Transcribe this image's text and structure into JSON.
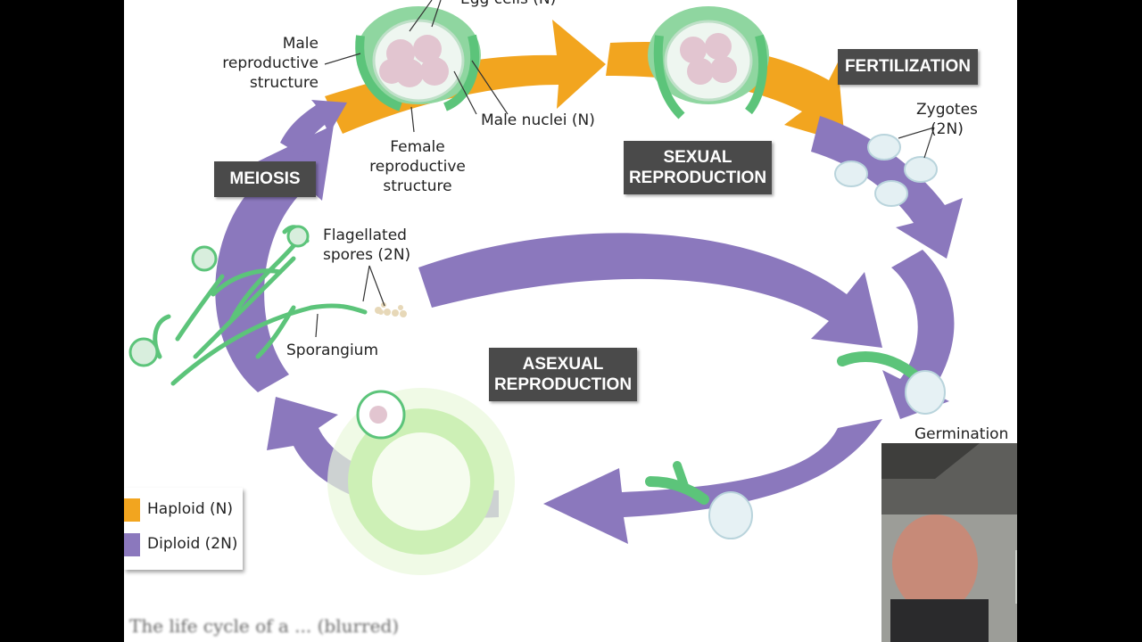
{
  "labels": {
    "egg_cells": "Egg cells (N)",
    "male_repro": [
      "Male",
      "reproductive",
      "structure"
    ],
    "male_nuclei": "Male nuclei (N)",
    "female_repro": [
      "Female",
      "reproductive",
      "structure"
    ],
    "zygotes": [
      "Zygotes",
      "(2N)"
    ],
    "flagellated": [
      "Flagellated",
      "spores (2N)"
    ],
    "sporangium": "Sporangium",
    "germination": "Germination"
  },
  "stages": {
    "fertilization": "FERTILIZATION",
    "sexual": [
      "SEXUAL",
      "REPRODUCTION"
    ],
    "meiosis": "MEIOSIS",
    "asexual": [
      "ASEXUAL",
      "REPRODUCTION"
    ]
  },
  "legend": [
    {
      "label": "Haploid (N)",
      "color": "#f2a51f"
    },
    {
      "label": "Diploid (2N)",
      "color": "#8b78bd"
    }
  ],
  "colors": {
    "haploid": "#f2a51f",
    "diploid": "#8b78bd",
    "hyphae": "#5cc47a",
    "label_bg": "#4a4a4a"
  },
  "caption": "The life cycle of a ... (blurred)"
}
